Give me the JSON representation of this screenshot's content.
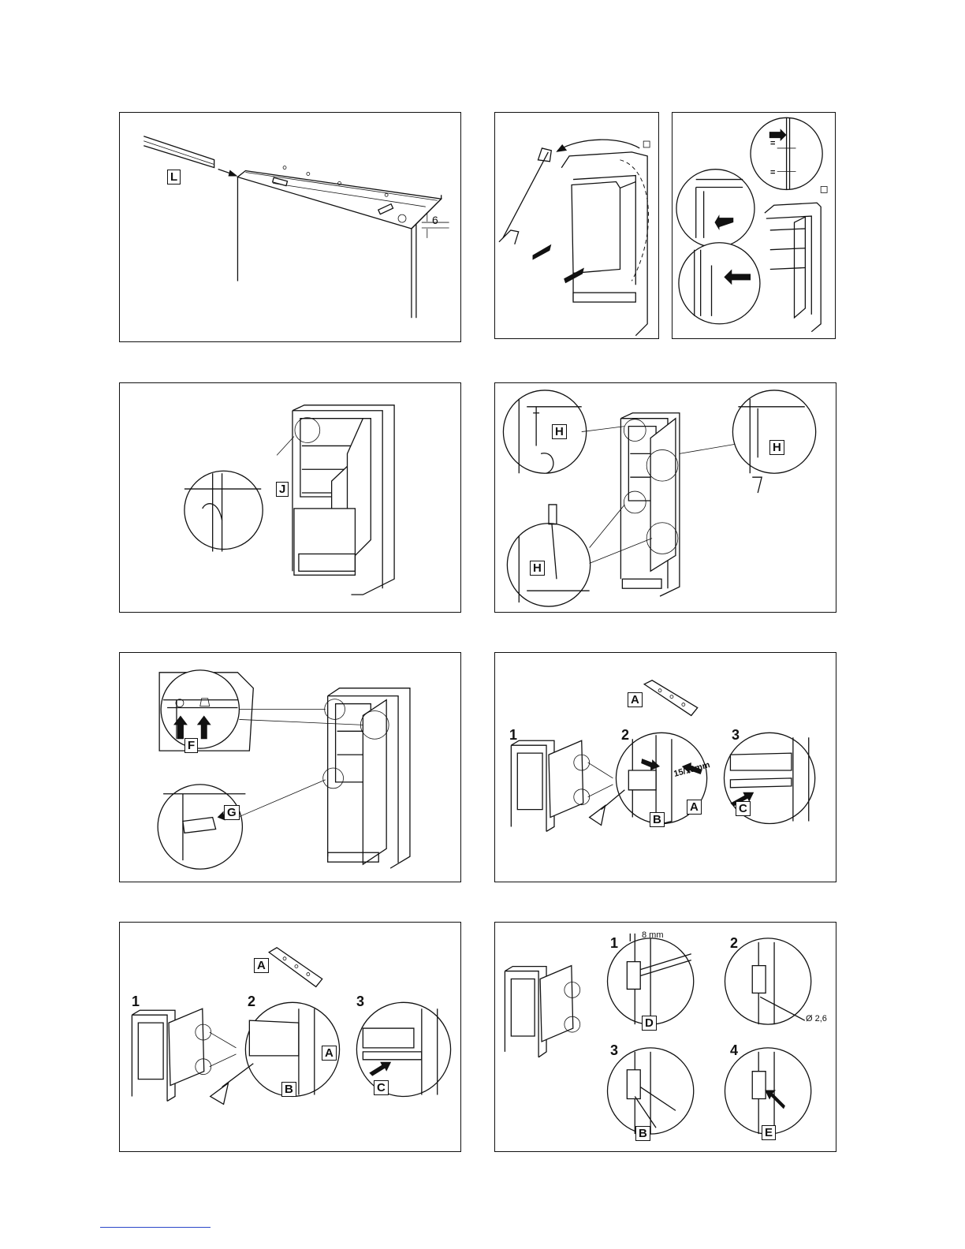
{
  "panels": {
    "p1": {
      "labels": [
        "L"
      ],
      "dimension": "6"
    },
    "p2": {
      "labels": []
    },
    "p3": {
      "labels": [
        "="
      ]
    },
    "p4": {
      "labels": [
        "J"
      ]
    },
    "p5": {
      "labels": [
        "H",
        "H",
        "H"
      ]
    },
    "p6": {
      "labels": [
        "F",
        "G"
      ]
    },
    "p7": {
      "labels": [
        "A",
        "B",
        "A",
        "C"
      ],
      "steps": [
        "1",
        "2",
        "3"
      ],
      "dimension": "15/18mm"
    },
    "p8": {
      "labels": [
        "A",
        "A",
        "B",
        "C"
      ],
      "steps": [
        "1",
        "2",
        "3"
      ]
    },
    "p9": {
      "labels": [
        "D",
        "B",
        "E"
      ],
      "steps": [
        "1",
        "2",
        "3",
        "4"
      ],
      "dimension_top": "8 mm",
      "dimension_drill": "Ø 2,6"
    }
  }
}
